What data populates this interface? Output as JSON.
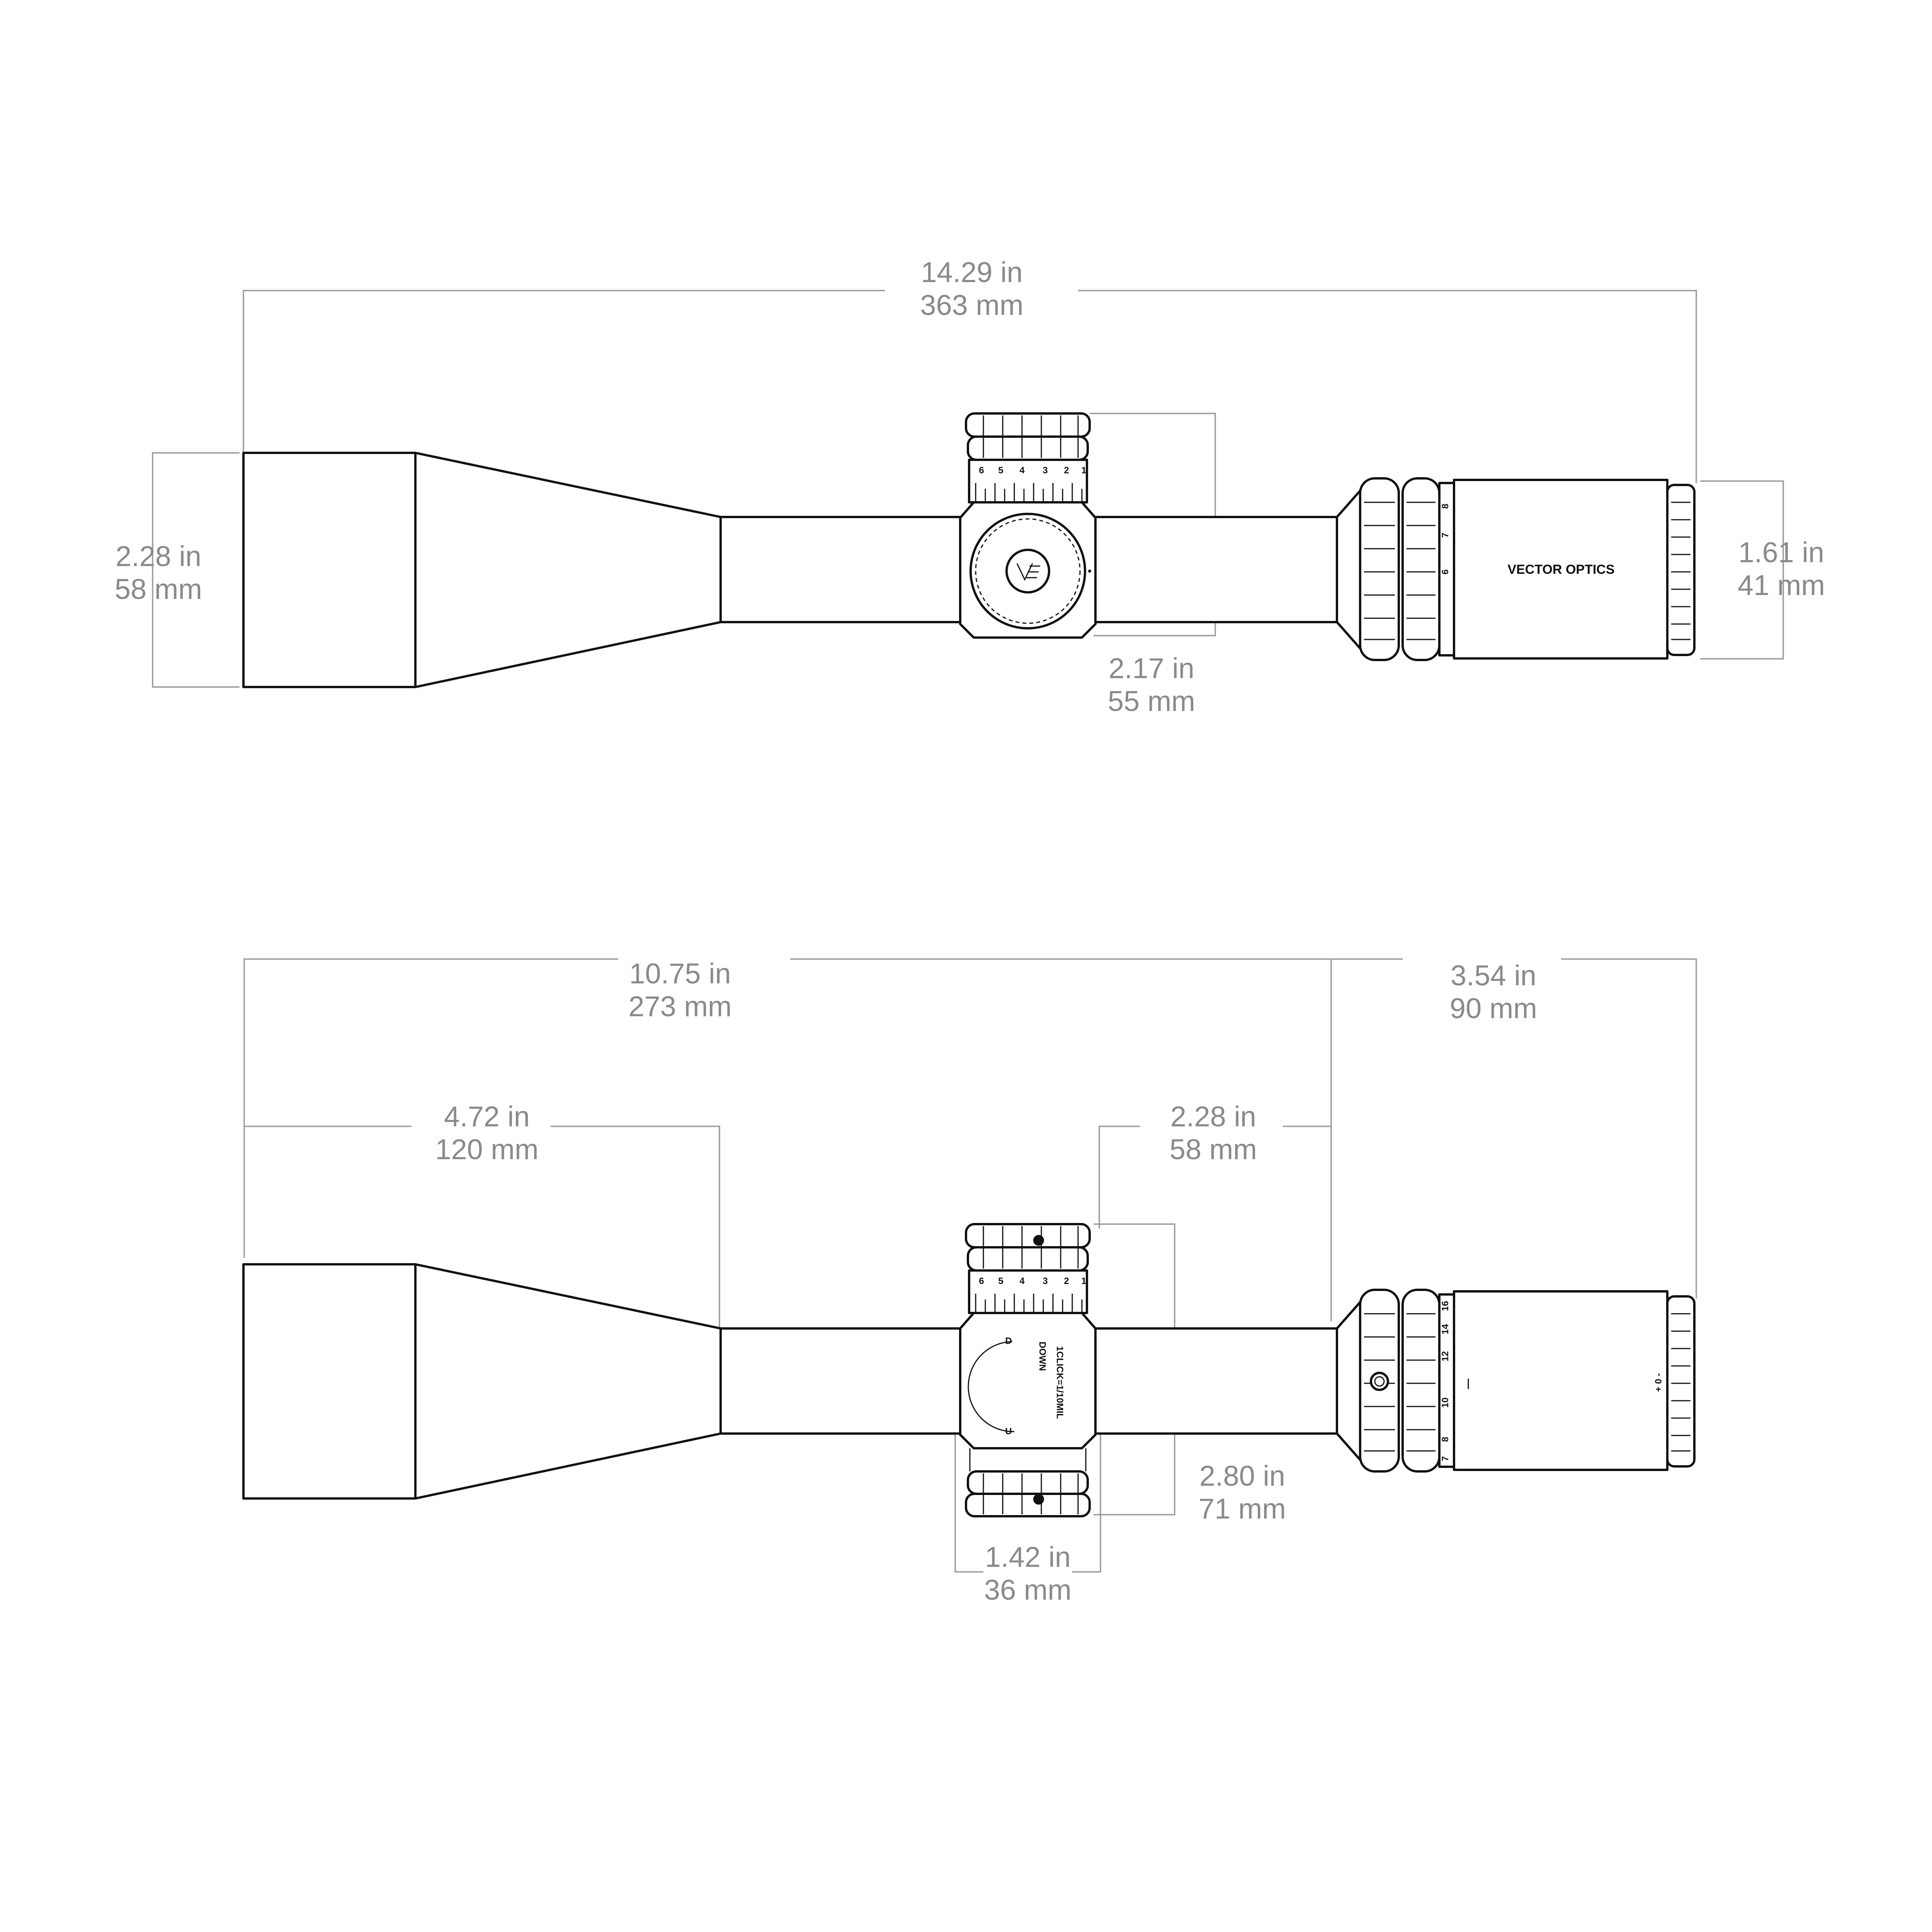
{
  "brand_label": "VECTOR OPTICS",
  "top_view": {
    "overall_length": {
      "in": "14.29 in",
      "mm": "363 mm"
    },
    "objective_height": {
      "in": "2.28 in",
      "mm": "58 mm"
    },
    "turret_height": {
      "in": "2.17 in",
      "mm": "55 mm"
    },
    "eyepiece_height": {
      "in": "1.61 in",
      "mm": "41 mm"
    }
  },
  "side_view": {
    "objective_to_eyepiece": {
      "in": "10.75 in",
      "mm": "273 mm"
    },
    "eyepiece_length": {
      "in": "3.54 in",
      "mm": "90 mm"
    },
    "objective_bell_length": {
      "in": "4.72 in",
      "mm": "120 mm"
    },
    "turret_to_power_ring": {
      "in": "2.28 in",
      "mm": "58 mm"
    },
    "turret_span": {
      "in": "2.80 in",
      "mm": "71 mm"
    },
    "saddle_width": {
      "in": "1.42 in",
      "mm": "36 mm"
    }
  },
  "turret_labels": {
    "up": "U",
    "down": "D",
    "click_value": "1CLICK=1/10MIL",
    "direction": "DOWN"
  },
  "focus_ring_symbols": "+ 0 -",
  "elevation_scale": [
    "6",
    "5",
    "4",
    "3",
    "2",
    "1"
  ],
  "magnification_scale_top": [
    "8",
    "7",
    "6"
  ],
  "magnification_scale_side": [
    "16",
    "14",
    "12",
    "10",
    "8",
    "7"
  ],
  "colors": {
    "ink": "#111111",
    "dimension": "#8a8a8a",
    "background": "#ffffff"
  }
}
